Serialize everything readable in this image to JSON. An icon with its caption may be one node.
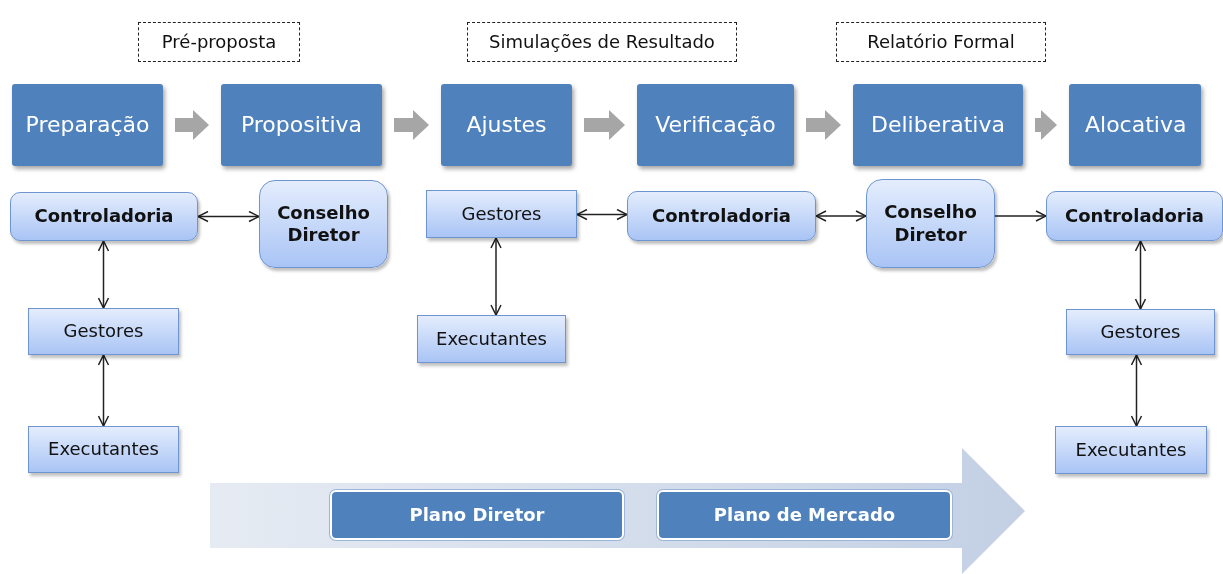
{
  "diagram": {
    "nodes": [
      {
        "text": [
          "Pré-proposta"
        ]
      },
      {
        "text": [
          "Simulações de Resultado"
        ]
      },
      {
        "text": [
          "Relatório Formal"
        ]
      },
      {
        "text": [
          "Preparação"
        ]
      },
      {
        "text": [
          "Propositiva"
        ]
      },
      {
        "text": [
          "Ajustes"
        ]
      },
      {
        "text": [
          "Verificação"
        ]
      },
      {
        "text": [
          "Deliberativa"
        ]
      },
      {
        "text": [
          "Alocativa"
        ]
      },
      {
        "text": [
          "Controladoria"
        ]
      },
      {
        "text": [
          "Conselho Diretor"
        ]
      },
      {
        "text": [
          "Gestores"
        ]
      },
      {
        "text": [
          "Executantes"
        ]
      },
      {
        "text": [
          "Gestores"
        ]
      },
      {
        "text": [
          "Executantes"
        ]
      },
      {
        "text": [
          "Controladoria"
        ]
      },
      {
        "text": [
          "Conselho Diretor"
        ]
      },
      {
        "text": [
          "Controladoria"
        ]
      },
      {
        "text": [
          "Gestores"
        ]
      },
      {
        "text": [
          "Executantes"
        ]
      },
      {
        "text": [
          "Plano Diretor"
        ]
      },
      {
        "text": [
          "Plano de Mercado"
        ]
      }
    ],
    "edges": [
      {
        "from": 3,
        "to": 4,
        "arrow": "to",
        "style": "thick",
        "color": "#a6a6a6"
      },
      {
        "from": 4,
        "to": 5,
        "arrow": "to",
        "style": "thick",
        "color": "#a6a6a6"
      },
      {
        "from": 5,
        "to": 6,
        "arrow": "to",
        "style": "thick",
        "color": "#a6a6a6"
      },
      {
        "from": 6,
        "to": 7,
        "arrow": "to",
        "style": "thick",
        "color": "#a6a6a6"
      },
      {
        "from": 7,
        "to": 8,
        "arrow": "to",
        "style": "thick",
        "color": "#a6a6a6"
      },
      {
        "from": 9,
        "to": 10,
        "arrow": "both"
      },
      {
        "from": 9,
        "to": 11,
        "arrow": "both"
      },
      {
        "from": 11,
        "to": 12,
        "arrow": "both"
      },
      {
        "from": 13,
        "to": 15,
        "arrow": "both"
      },
      {
        "from": 13,
        "to": 14,
        "arrow": "both"
      },
      {
        "from": 15,
        "to": 16,
        "arrow": "both"
      },
      {
        "from": 16,
        "to": 17,
        "arrow": "to"
      },
      {
        "from": 17,
        "to": 18,
        "arrow": "both"
      },
      {
        "from": 18,
        "to": 19,
        "arrow": "both"
      }
    ]
  }
}
